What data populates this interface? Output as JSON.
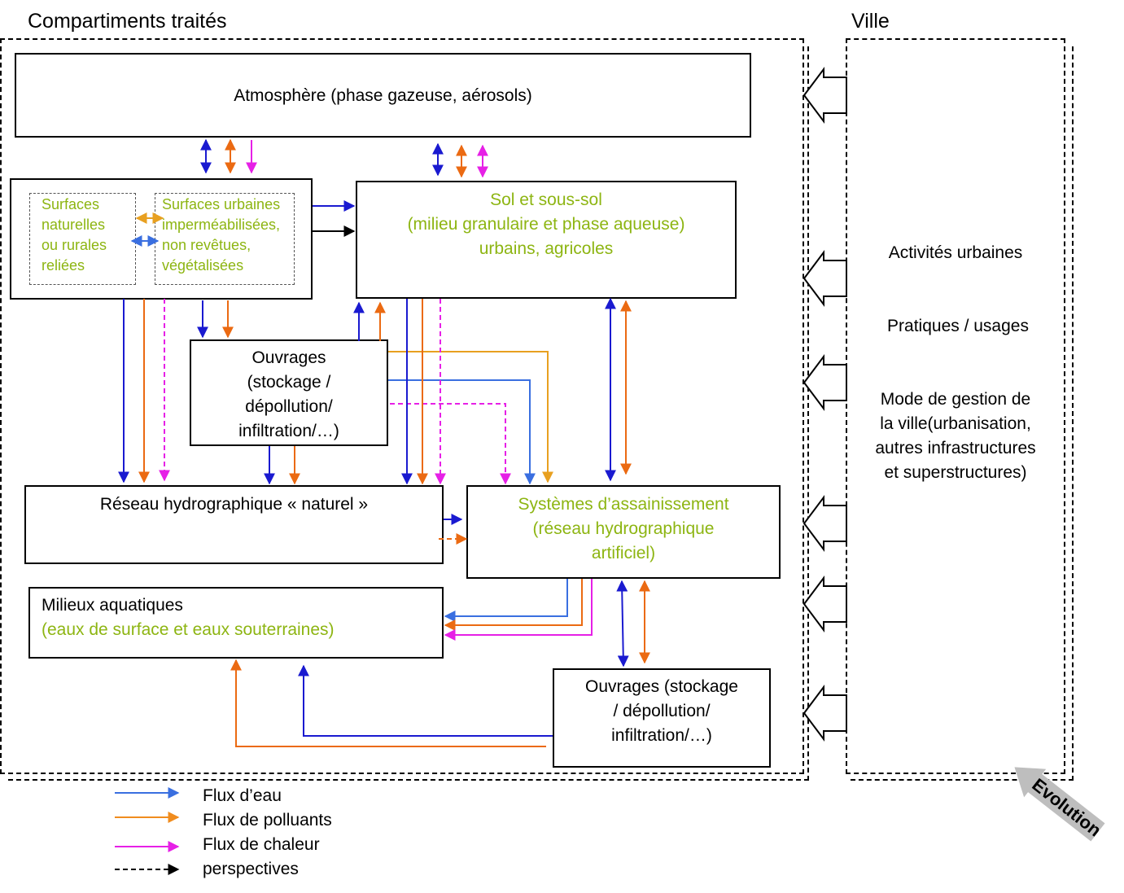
{
  "section_titles": {
    "compartments": "Compartiments traités",
    "city": "Ville"
  },
  "nodes": {
    "atmosphere": "Atmosphère (phase gazeuse, aérosols)",
    "natural_surfaces": [
      "Surfaces",
      "naturelles",
      "ou rurales",
      "reliées"
    ],
    "urban_surfaces": [
      "Surfaces urbaines",
      "imperméabilisées,",
      "non revêtues,",
      "végétalisées"
    ],
    "soil": [
      "Sol et sous-sol",
      "(milieu granulaire et phase aqueuse)",
      "urbains, agricoles"
    ],
    "works_1": [
      "Ouvrages",
      "(stockage /",
      "dépollution/",
      "infiltration/…)"
    ],
    "natural_network": "Réseau hydrographique « naturel »",
    "sanitation": [
      "Systèmes d’assainissement",
      "(réseau hydrographique",
      "artificiel)"
    ],
    "aquatic": [
      "Milieux aquatiques",
      "(eaux de surface et eaux souterraines)"
    ],
    "works_2": [
      "Ouvrages (stockage",
      "/ dépollution/",
      "infiltration/…)"
    ]
  },
  "city_items": {
    "activities": "Activités urbaines",
    "practices": "Pratiques / usages",
    "management": [
      "Mode de gestion de",
      "la ville(urbanisation,",
      "autres infrastructures",
      "et superstructures)"
    ]
  },
  "evolution_label": "Evolution",
  "legend": [
    {
      "label": "Flux d’eau",
      "color": "#3A6FE0"
    },
    {
      "label": "Flux de polluants",
      "color": "#F08C1E"
    },
    {
      "label": "Flux de chaleur",
      "color": "#E620E6"
    },
    {
      "label": "perspectives",
      "color": "#000000"
    }
  ],
  "colors": {
    "water": "#1A1AD0",
    "water_light": "#3A6FE0",
    "pollutant": "#EB6A12",
    "pollutant_light": "#E8A020",
    "heat": "#E620E6",
    "green_text": "#8DB512"
  }
}
